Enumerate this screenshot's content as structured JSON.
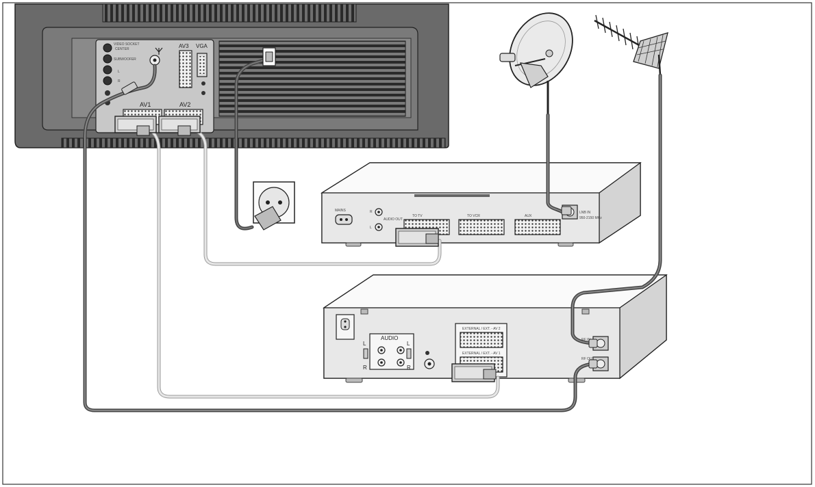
{
  "tv": {
    "labels": {
      "av3": "AV3",
      "vga": "VGA",
      "av1": "AV1",
      "av2": "AV2",
      "center": "CENTER",
      "l": "L",
      "r": "R"
    }
  },
  "satellite_receiver": {
    "labels": {
      "l": "L",
      "r": "R"
    }
  },
  "vcr": {
    "labels": {
      "audio": "AUDIO",
      "l_left": "L",
      "r_left": "R",
      "l_right": "L",
      "r_right": "R"
    }
  },
  "colors": {
    "cable_dark": "#5a5a5a",
    "cable_light": "#bdbdbd",
    "device_fill": "#e8e8e8",
    "tv_fill": "#6e6e6e"
  },
  "icons": [
    "satellite-dish-icon",
    "yagi-antenna-icon",
    "wall-socket-icon",
    "power-plug-icon"
  ]
}
